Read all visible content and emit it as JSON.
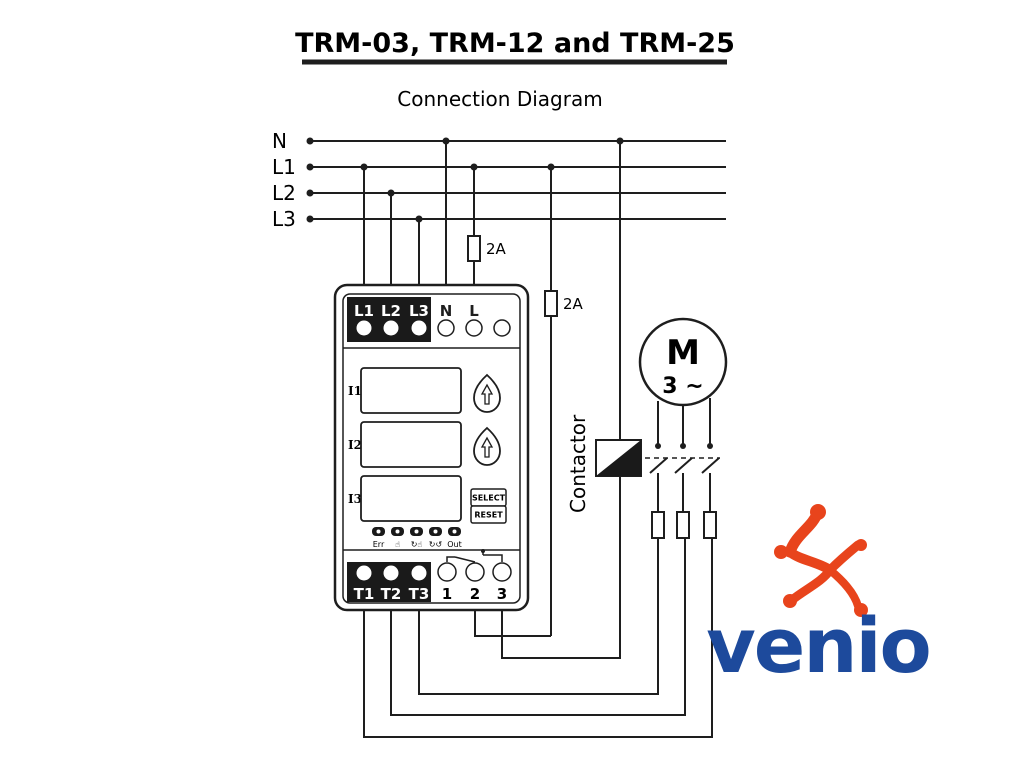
{
  "title": "TRM-03, TRM-12 and TRM-25",
  "subtitle": "Connection Diagram",
  "bus_lines": [
    "N",
    "L1",
    "L2",
    "L3"
  ],
  "fuse_rating": "2A",
  "device": {
    "input_terminals": [
      "L1",
      "L2",
      "L3",
      "N",
      "L"
    ],
    "thermistor_terminals": [
      "T1",
      "T2",
      "T3"
    ],
    "relay_terminals": [
      "1",
      "2",
      "3"
    ],
    "display_labels": [
      "I1",
      "I2",
      "I3"
    ],
    "button_labels": [
      "SELECT",
      "RESET"
    ],
    "led_labels": [
      "Err",
      "☝",
      "↻☝",
      "↻↺",
      "Out"
    ]
  },
  "motor": {
    "symbol": "M",
    "phase": "3 ~"
  },
  "contactor_label": "Contactor",
  "logo_text": "venio",
  "colors": {
    "line": "#1e1e1e",
    "logo_blue": "#1d4a9c",
    "logo_orange": "#e8441c"
  }
}
